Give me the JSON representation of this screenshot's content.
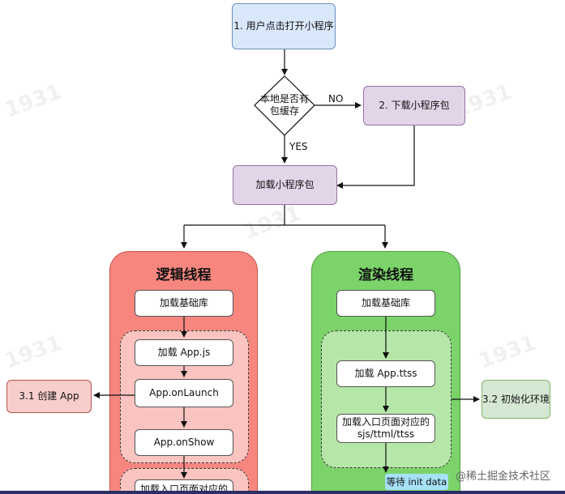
{
  "nodes": {
    "start": "1. 用户点击打开小程序",
    "decision_line1": "本地是否有",
    "decision_line2": "包缓存",
    "download": "2. 下载小程序包",
    "load_pkg": "加载小程序包",
    "create_app": "3.1 创建 App",
    "init_env": "3.2 初始化环境"
  },
  "edges": {
    "no": "NO",
    "yes": "YES"
  },
  "logic_lane": {
    "title": "逻辑线程",
    "load_base": "加载基础库",
    "load_appjs": "加载 App.js",
    "on_launch": "App.onLaunch",
    "on_show": "App.onShow",
    "load_entry": "加载入口页面对应的"
  },
  "render_lane": {
    "title": "渲染线程",
    "load_base": "加载基础库",
    "load_ttss": "加载 App.ttss",
    "load_entry_line1": "加载入口页面对应的",
    "load_entry_line2": "sjs/ttml/ttss",
    "wait_init": "等待 init data"
  },
  "watermark": {
    "brand": "@稀土掘金技术社区",
    "tag": "1931"
  },
  "colors": {
    "blue_fill": "#dae8fc",
    "purple_fill": "#e1d5e7",
    "logic_lane": "#f7867f",
    "render_lane": "#7bd36a",
    "green_box": "#d5e8d4",
    "red_box": "#f8cecc"
  }
}
